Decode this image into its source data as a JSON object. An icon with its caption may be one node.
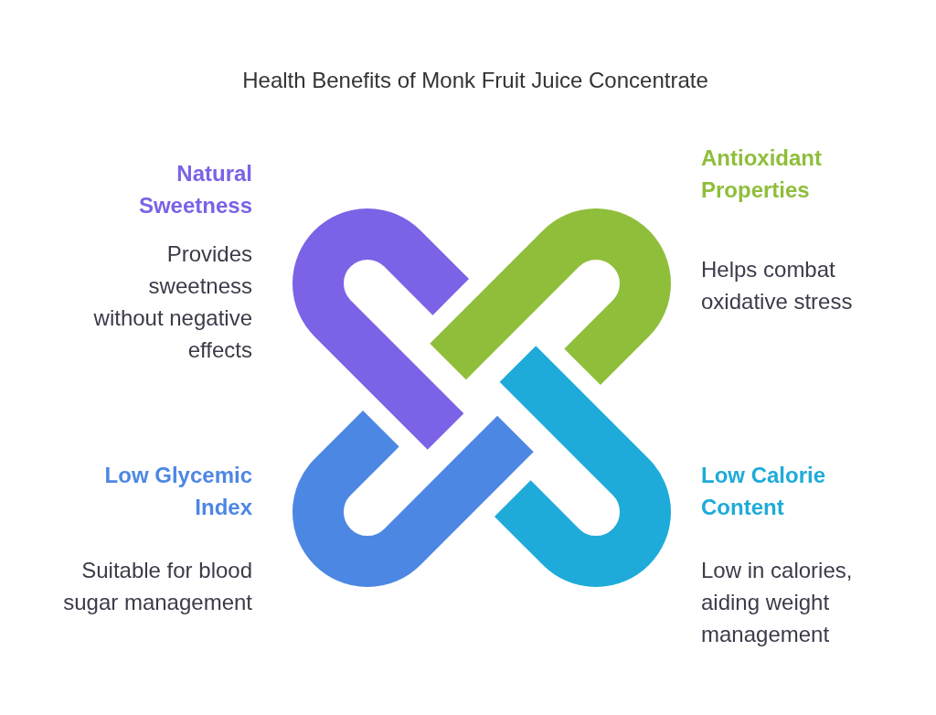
{
  "diagram": {
    "title": "Health Benefits of Monk Fruit Juice Concentrate",
    "labels": [
      "Natural Sweetness",
      "Provides sweetness without negative effects",
      "Antioxidant Properties",
      "Helps combat oxidative stress",
      "Low Glycemic Index",
      "Suitable for blood sugar management",
      "Low Calorie Content",
      "Low in calories, aiding weight management"
    ]
  }
}
